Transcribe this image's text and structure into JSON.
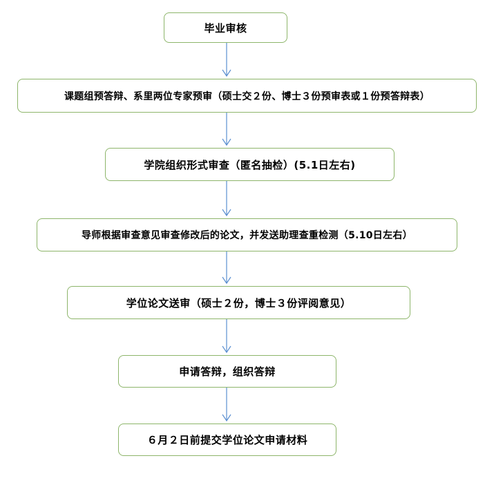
{
  "flowchart": {
    "steps": [
      {
        "label": "毕业审核"
      },
      {
        "label": "课题组预答辩、系里两位专家预审（硕士交２份、博士３份预审表或１份预答辩表）"
      },
      {
        "label": "学院组织形式审查（匿名抽检）(5.1日左右)"
      },
      {
        "label": "导师根据审查意见审查修改后的论文，并发送助理查重检测（5.10日左右）"
      },
      {
        "label": "学位论文送审（硕士２份，博士３份评阅意见）"
      },
      {
        "label": "申请答辩，组织答辩"
      },
      {
        "label": "６月２日前提交学位论文申请材料"
      }
    ]
  },
  "colors": {
    "box_border": "#8db56a",
    "arrow": "#5b8fd0",
    "text": "#000000"
  }
}
